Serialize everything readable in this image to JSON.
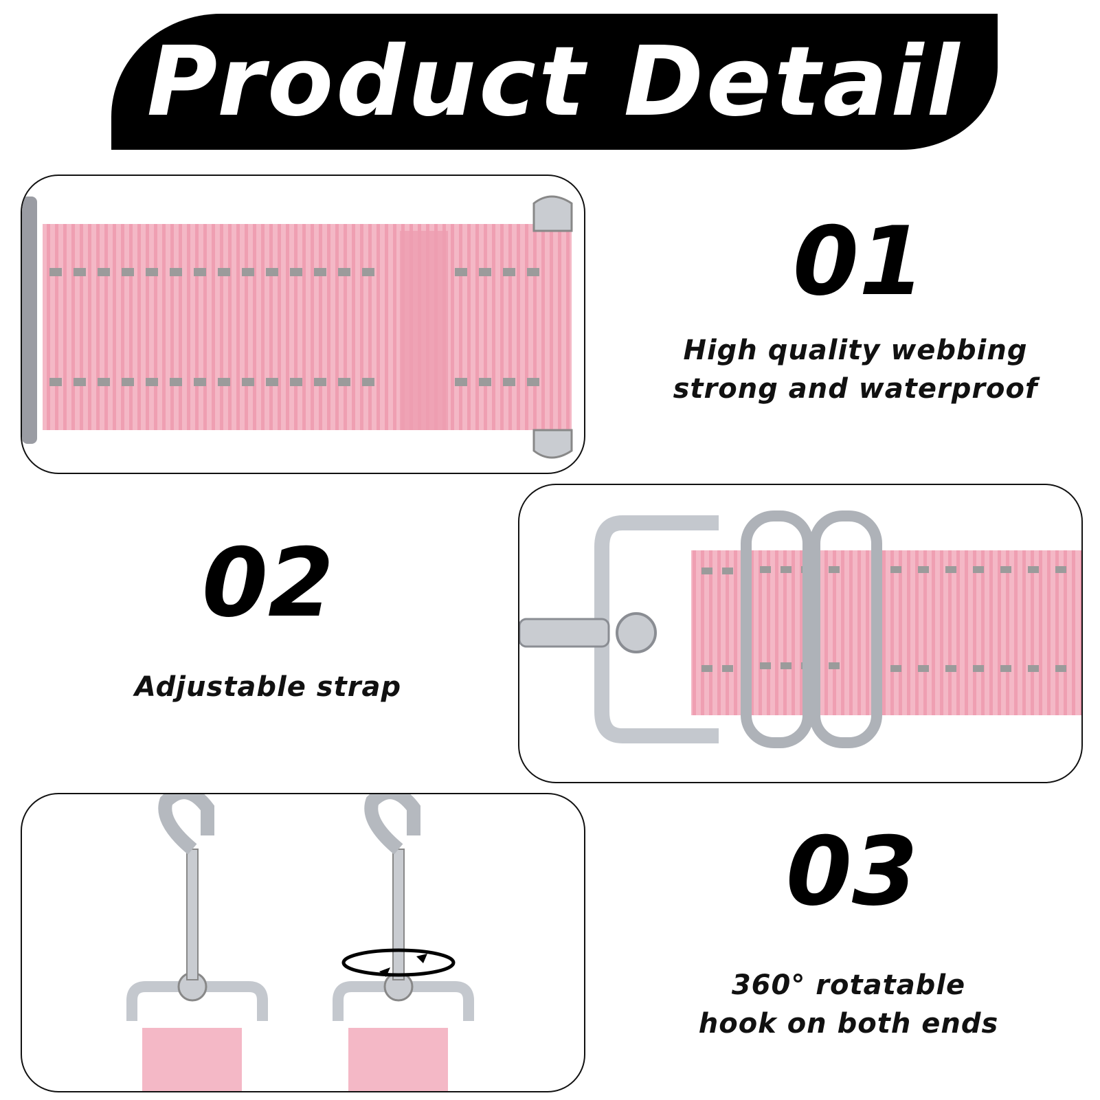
{
  "header": {
    "title": "Product Detail"
  },
  "features": [
    {
      "number": "01",
      "lines": [
        "High quality webbing",
        "strong and waterproof"
      ]
    },
    {
      "number": "02",
      "lines": [
        "Adjustable strap"
      ]
    },
    {
      "number": "03",
      "lines": [
        "360° rotatable",
        "hook on both ends"
      ]
    }
  ],
  "colors": {
    "banner": "#000000",
    "webbing": "#f2b3c1",
    "reflective": "#9a9a9a",
    "metal": "#c9ccd1"
  }
}
